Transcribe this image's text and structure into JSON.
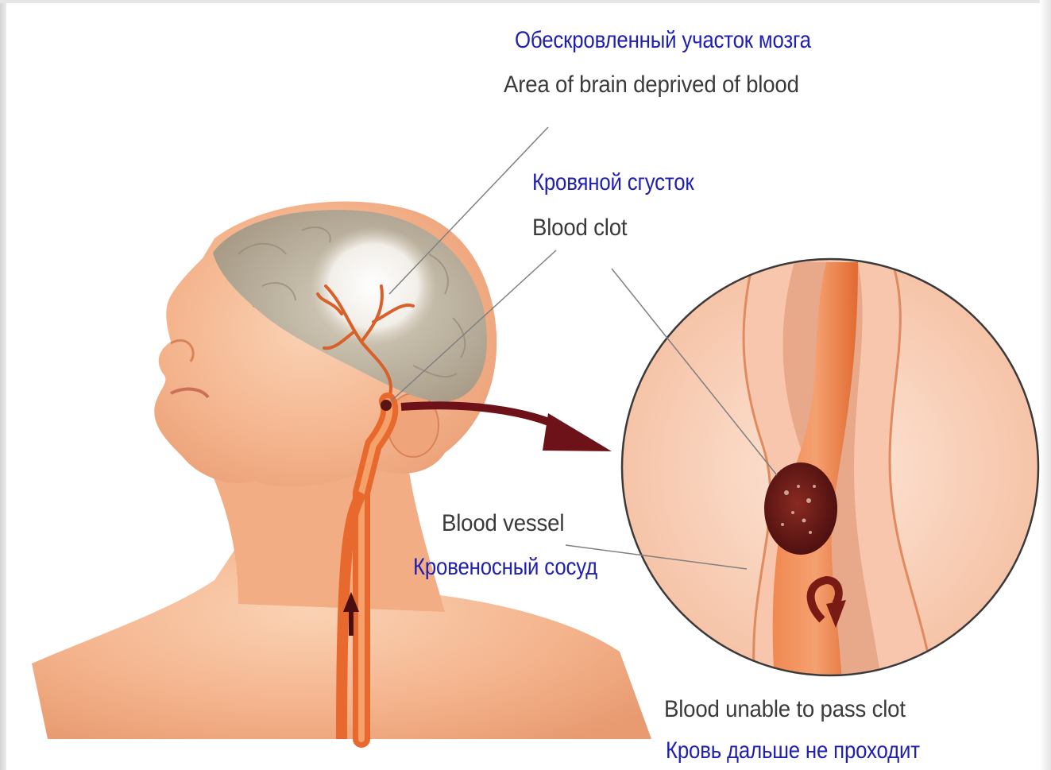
{
  "labels": {
    "area_ru": "Обескровленный участок мозга",
    "area_en": "Area of brain deprived of blood",
    "clot_ru": "Кровяной сгусток",
    "clot_en": "Blood clot",
    "vessel_en": "Blood vessel",
    "vessel_ru": "Кровеносный сосуд",
    "unable_en": "Blood unable to pass clot",
    "unable_ru": "Кровь дальше не проходит"
  },
  "colors": {
    "skin": "#f4b38c",
    "skin_shadow": "#e6946a",
    "brain": "#bdb3a0",
    "artery": "#e8692e",
    "clot": "#5a1414",
    "arrow": "#6e1219",
    "label_ru": "#2020b0",
    "label_en": "#3a3a3a"
  },
  "icons": {
    "callout_arrow": "pointer-arrow",
    "flow_arrow": "up-arrow"
  }
}
